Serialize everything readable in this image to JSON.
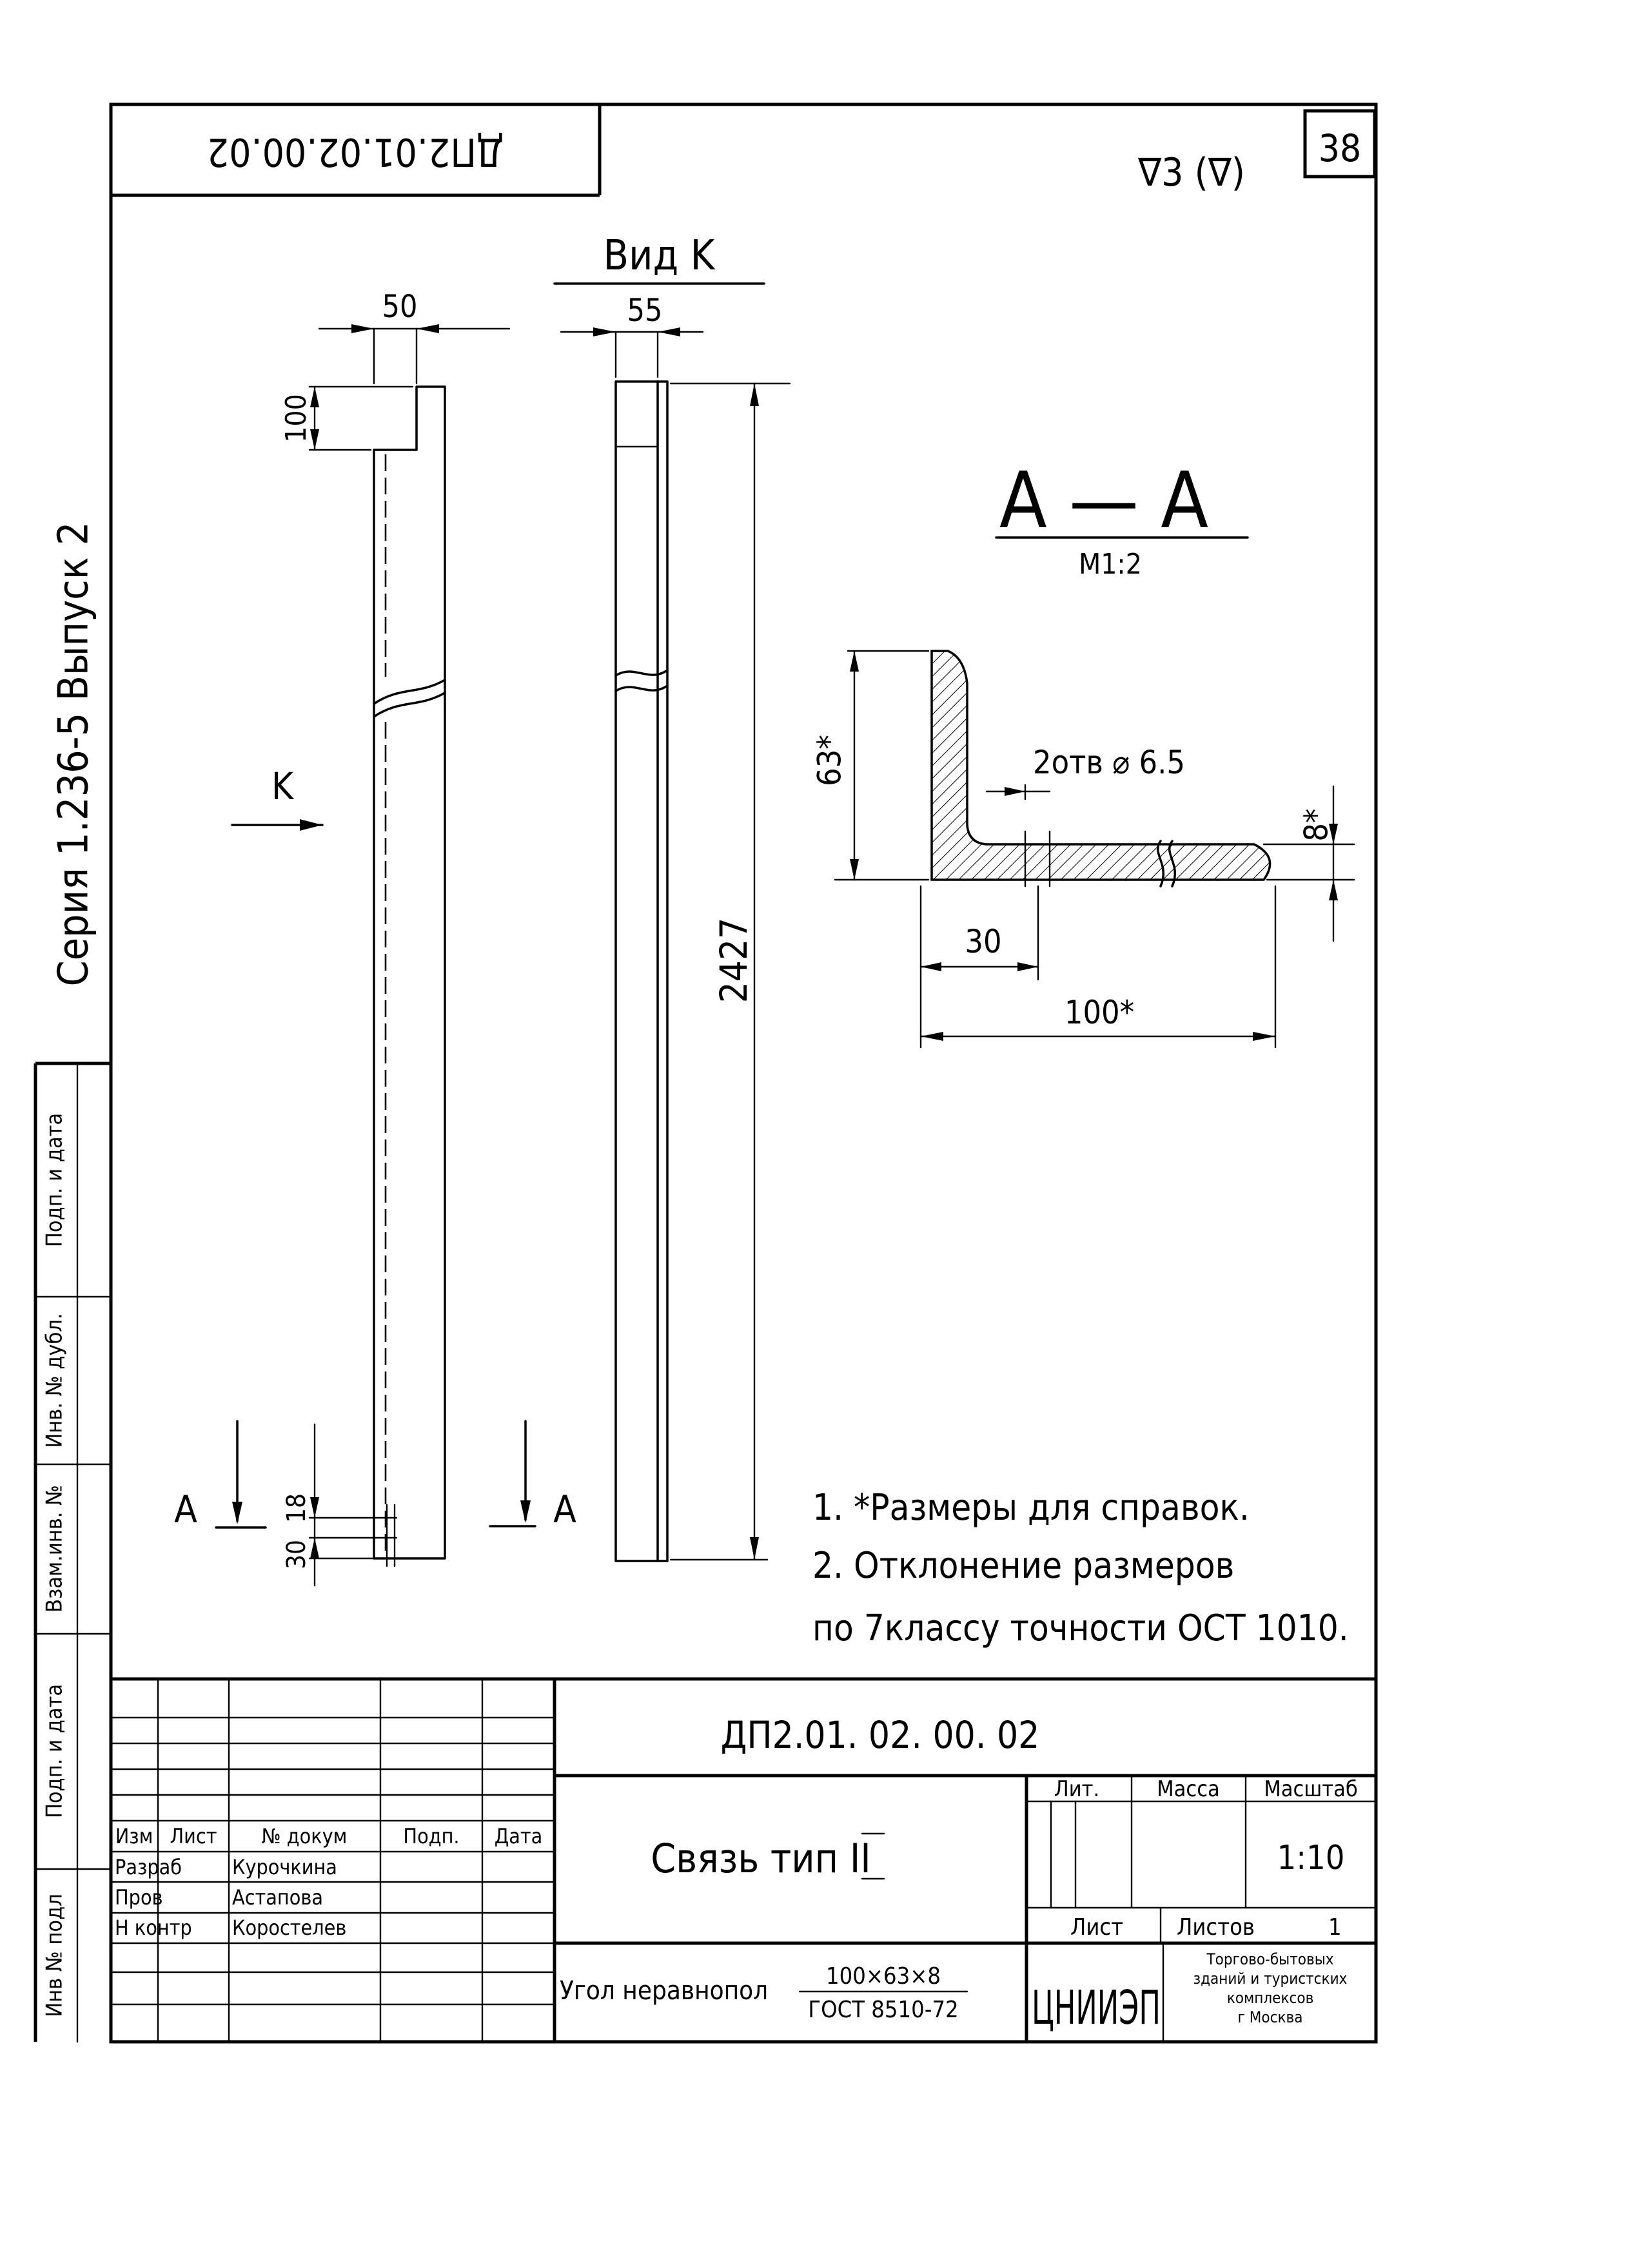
{
  "sheet": {
    "page_number": "38",
    "code_rotated": "ДП2.01.02.00.02",
    "roughness": "∇3 (∇)",
    "series_vertical": "Серия 1.236-5 Выпуск 2"
  },
  "view_k": {
    "label": "Вид K",
    "dim_width": "55",
    "dim_length": "2427",
    "section_label": "A"
  },
  "main_view": {
    "dim_width": "50",
    "dim_notch": "100",
    "view_arrow_label": "K",
    "section_label": "A",
    "dim_18": "18",
    "dim_30": "30"
  },
  "section": {
    "title": "A — A",
    "scale": "M1:2",
    "dim_63": "63*",
    "hole_note": "2отв ⌀ 6.5",
    "dim_8": "8*",
    "dim_30": "30",
    "dim_100": "100*"
  },
  "notes": [
    "1. *Размеры для справок.",
    "2. Отклонение размеров",
    "по 7классу точности ОСТ 1010."
  ],
  "left_strip": {
    "labels": [
      "Подп. и дата",
      "Инв. № дубл.",
      "Взам.инв. №",
      "Подп. и дата",
      "Инв № подл"
    ]
  },
  "title_block": {
    "code": "ДП2.01. 02. 00. 02",
    "name": "Связь тип II",
    "material_name": "Угол неравнопол",
    "material_size": "100×63×8",
    "material_standard": "ГОСТ 8510-72",
    "col_headers": [
      "Изм",
      "Лист",
      "№ докум",
      "Подп.",
      "Дата"
    ],
    "roles": [
      {
        "role": "Разраб",
        "person": "Курочкина"
      },
      {
        "role": "Пров",
        "person": "Астапова"
      },
      {
        "role": "Н контр",
        "person": "Коростелев"
      }
    ],
    "lit_label": "Лит.",
    "mass_label": "Масса",
    "scale_label": "Масштаб",
    "scale_value": "1:10",
    "sheet_label": "Лист",
    "sheets_label": "Листов",
    "sheets_value": "1",
    "org_logo": "ЦНИИЭП",
    "org_name_lines": [
      "Торгово-бытовых",
      "зданий и туристских",
      "комплексов",
      "г Москва"
    ]
  }
}
